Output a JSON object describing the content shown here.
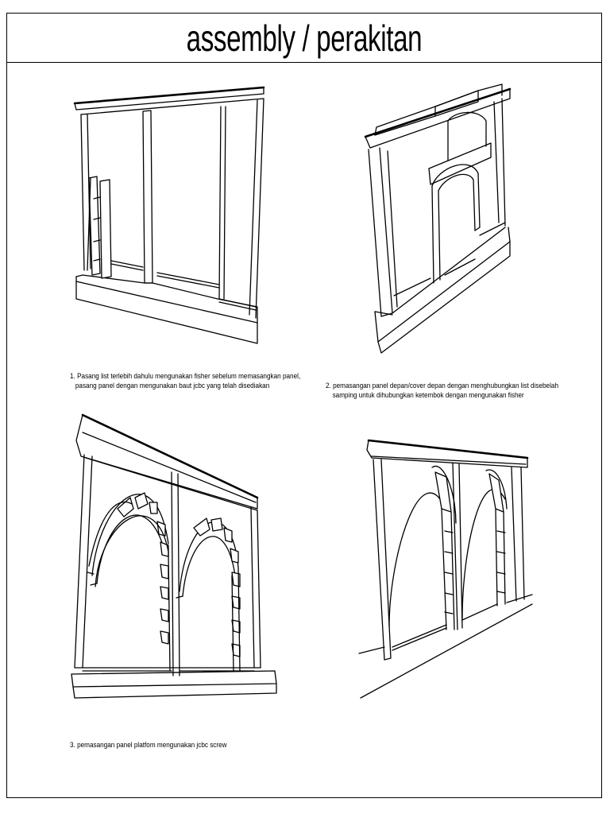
{
  "title": "assembly / perakitan",
  "steps": [
    {
      "line1": "1. Pasang list terlebih dahulu mengunakan fisher sebelum memasangkan panel,",
      "line2": "pasang panel dengan mengunakan baut jcbc yang telah disediakan"
    },
    {
      "line1": "2. pemasangan panel depan/cover depan dengan menghubungkan list disebelah",
      "line2": "samping untuk dihubungkan ketembok dengan mengunakan fisher"
    },
    {
      "line1": "3. pemasangan panel platfom mengunakan jcbc screw"
    }
  ]
}
